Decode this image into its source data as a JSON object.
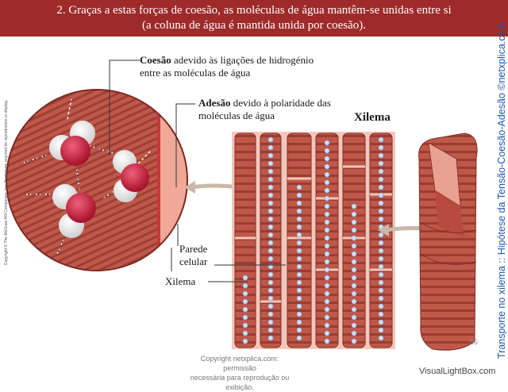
{
  "header": {
    "line1": "2. Graças a estas forças de coesão, as moléculas de água mantêm-se unidas entre si",
    "line2": "(a coluna de água é mantida unida por coesão)."
  },
  "side_title": "Transporte no xilema :: Hipótese da Tensão-Coesão-Adesão ©netxplica.com",
  "side_copyright": "Copyright © The McGraw-Hill Companies, Inc. Permission required for reproduction or display.",
  "labels": {
    "coesao_term": "Coesão",
    "coesao_text": " adevido às ligações de hidrogénio",
    "coesao_text2": "entre as moléculas de água",
    "adesao_term": "Adesão",
    "adesao_text": " devido à polaridade das",
    "adesao_text2": "moléculas de água",
    "xilema_title": "Xilema",
    "parede1": "Parede",
    "parede2": "celular",
    "xilema_label": "Xilema"
  },
  "footer": {
    "copyright1": "Copyright netxplica.com: permissão",
    "copyright2": "necessária para reprodução ou exibição.",
    "page_number": "56",
    "watermark": "VisualLightBox.com"
  },
  "colors": {
    "banner": "#9e2a2a",
    "tissue": "#c0584a",
    "tissue_dark": "#8e3a30",
    "wall": "#f3c8bc",
    "side_title": "#1f57a8",
    "molecule_red": "#c8203a"
  }
}
